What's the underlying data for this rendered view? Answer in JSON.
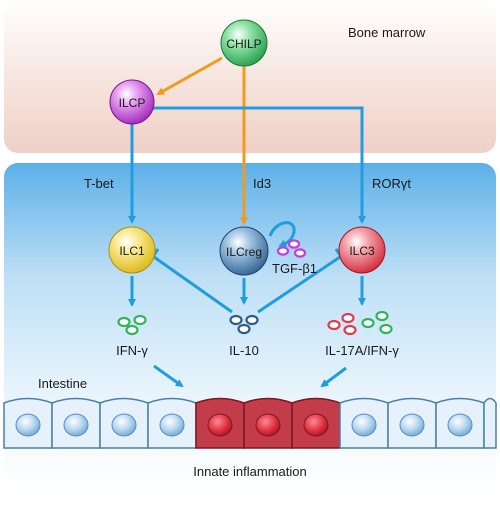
{
  "regions": {
    "bone_marrow": "Bone marrow",
    "intestine": "Intestine",
    "bottom": "Innate inflammation"
  },
  "cells": {
    "chilp": "CHILP",
    "ilcp": "ILCP",
    "ilc1": "ILC1",
    "ilcreg": "ILCreg",
    "ilc3": "ILC3"
  },
  "factors": {
    "tbet": "T-bet",
    "id3": "Id3",
    "rorgt": "RORγt",
    "tgfb1": "TGF-β1"
  },
  "cytokines": {
    "ifng": "IFN-γ",
    "il10": "IL-10",
    "il17_ifng": "IL-17A/IFN-γ"
  },
  "colors": {
    "bone_marrow_bg": "#f3dcd4",
    "intestine_bg": "#5aaee6",
    "blue_arrow": "#1f9de0",
    "orange_arrow": "#f29a1b",
    "chilp": "#3cc46a",
    "ilcp": "#c340d8",
    "ilc1": "#f1d232",
    "ilcreg": "#3a6a9a",
    "ilc3": "#e23a4a",
    "inflamed_cell": "#b83a46",
    "healthy_cell": "#d6eaf8"
  }
}
